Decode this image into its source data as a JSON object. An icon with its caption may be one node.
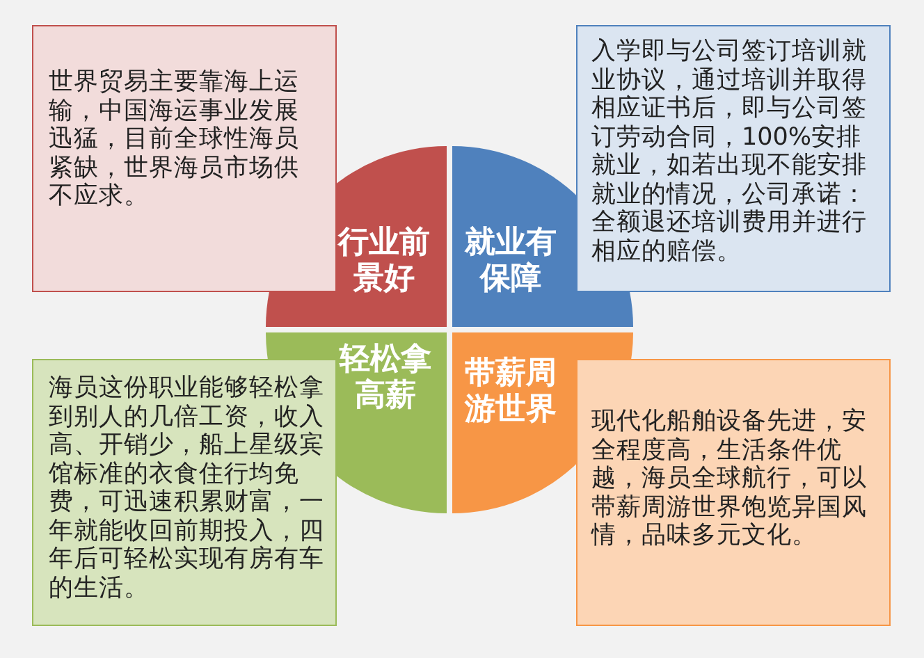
{
  "diagram": {
    "nodes": [
      {
        "text": [
          "世界贸易主要靠海上运输，中国海运事业发展迅猛，目前全球性海员紧缺，世界海员市场供不应求。"
        ]
      },
      {
        "text": [
          "行业前景好"
        ]
      },
      {
        "text": [
          "就业有保障"
        ]
      },
      {
        "text": [
          "入学即与公司签订培训就业协议，通过培训并取得相应证书后，即与公司签订劳动合同，100%安排就业，如若出现不能安排就业的情况，公司承诺：全额退还培训费用并进行相应的赔偿。"
        ]
      },
      {
        "text": [
          "海员这份职业能够轻松拿到别人的几倍工资，收入高、开销少，船上星级宾馆标准的衣食住行均免费，可迅速积累财富，一年就能收回前期投入，四年后可轻松实现有房有车的生活。"
        ]
      },
      {
        "text": [
          "轻松拿高薪"
        ]
      },
      {
        "text": [
          "带薪周游世界"
        ]
      },
      {
        "text": [
          "现代化船舶设备先进，安全程度高，生活条件优越，海员全球航行，可以带薪周游世界饱览异国风情，品味多元文化。"
        ]
      }
    ]
  }
}
